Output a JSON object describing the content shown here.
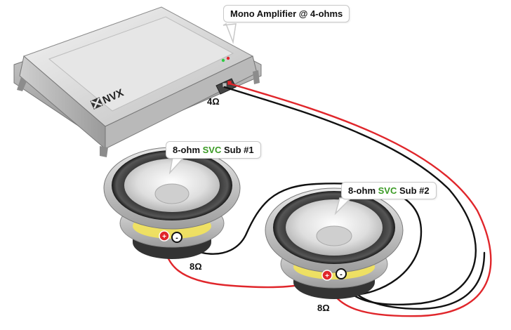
{
  "amplifier": {
    "callout_label": "Mono Amplifier @ 4-ohms",
    "brand": "NVX",
    "output_impedance": "4Ω"
  },
  "subs": [
    {
      "prefix": "8-ohm ",
      "svc": "SVC",
      "suffix": " Sub #1",
      "terminal_pos": "+",
      "terminal_neg": "-",
      "impedance": "8Ω"
    },
    {
      "prefix": "8-ohm ",
      "svc": "SVC",
      "suffix": " Sub #2",
      "terminal_pos": "+",
      "terminal_neg": "-",
      "impedance": "8Ω"
    }
  ],
  "colors": {
    "positive_wire": "#e0262b",
    "negative_wire": "#111111",
    "svc_text": "#3a9a24",
    "accent_yellow": "#f4e45a"
  }
}
